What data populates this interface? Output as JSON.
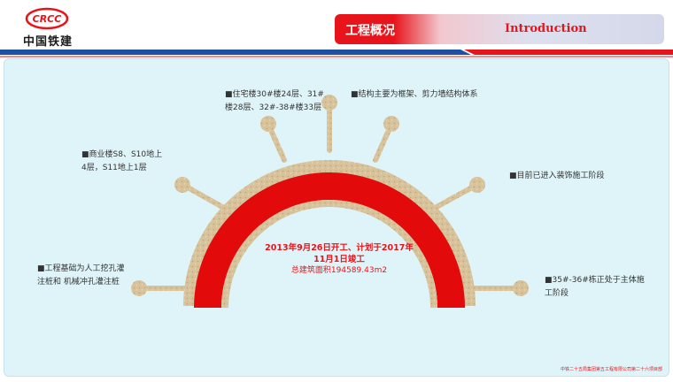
{
  "header": {
    "logo_text": "中国铁建",
    "logo_abbr": "CRCC",
    "title_cn": "工程概况",
    "title_en": "Introduction"
  },
  "colors": {
    "accent_red": "#e8141b",
    "accent_blue": "#1f4fa3",
    "panel_bg": "#dff4f8",
    "sand": "#d8c29a"
  },
  "labels": {
    "foundation": [
      "■工程基础为人工挖孔灌",
      "注桩和 机械冲孔灌注桩"
    ],
    "commercial": [
      "■商业楼S8、S10地上",
      "4层，S11地上1层"
    ],
    "residential": [
      "■住宅楼30#楼24层、31#",
      "楼28层、32#-38#楼33层"
    ],
    "structure": "■结构主要为框架、剪力墙结构体系",
    "decoration": "■目前已进入装饰施工阶段",
    "main_body": [
      "■35#-36#栋正处于主体施",
      "工阶段"
    ]
  },
  "center": {
    "line1": "2013年9月26日开工、计划于2017年",
    "line2": "11月1日竣工",
    "line3": "总建筑面积194589.43m2"
  },
  "footer": {
    "note": "中铁二十五局集团第五工程有限公司第二十六项目部"
  }
}
